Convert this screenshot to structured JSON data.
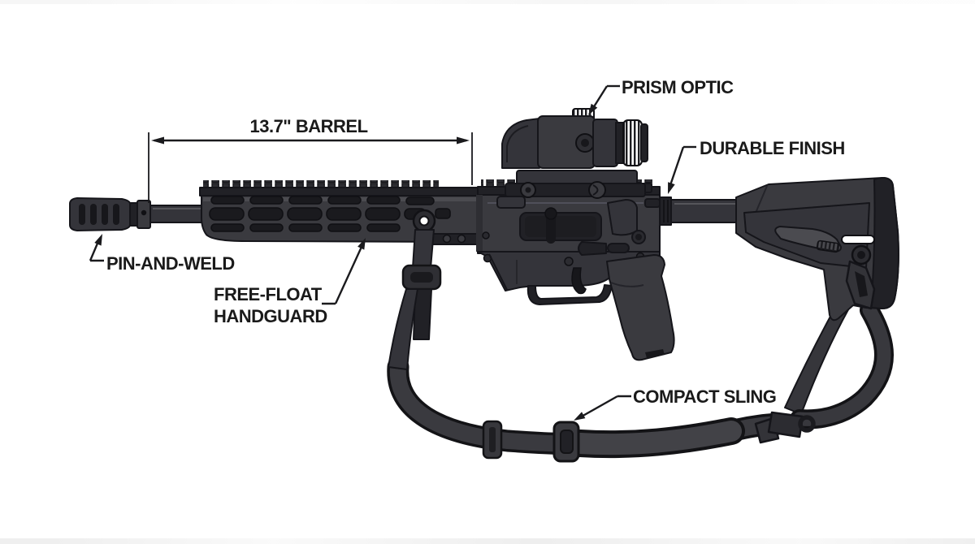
{
  "figure": {
    "alt": "Side-view technical line illustration of a black AR-15 style carbine with prism optic, M-LOK free-float handguard, adjustable stock and attached two-point sling"
  },
  "callouts": {
    "prism_optic": "PRISM OPTIC",
    "durable_finish": "DURABLE FINISH",
    "pin_and_weld": "PIN-AND-WELD",
    "free_float_handguard": "FREE-FLOAT HANDGUARD",
    "compact_sling": "COMPACT SLING"
  },
  "dimension": {
    "barrel_length": "13.7\" BARREL"
  },
  "colors": {
    "background": "#ffffff",
    "line": "#1a1a1d",
    "label_text": "#1a1a1a",
    "body_dark": "#26262b",
    "body_mid": "#3a3a3f",
    "body_light": "#4b4b50"
  }
}
